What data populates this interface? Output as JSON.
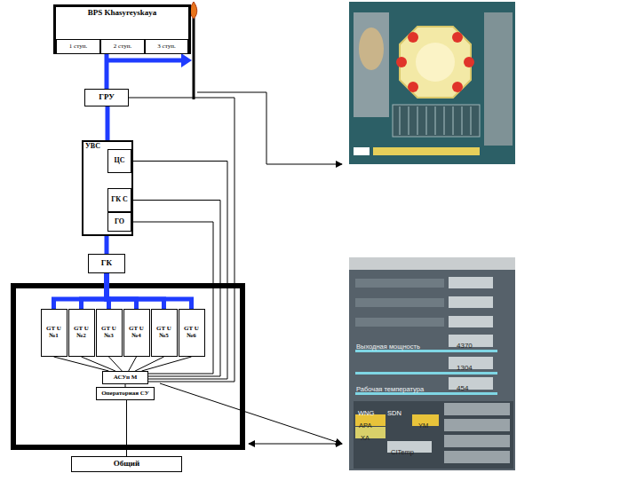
{
  "diagram": {
    "nodes": [
      {
        "text": [
          "BPS Khasyreyskaya"
        ]
      },
      {
        "text": [
          "1 ступ."
        ],
        "in": 0
      },
      {
        "text": [
          "2 ступ."
        ],
        "in": 0
      },
      {
        "text": [
          "3 ступ."
        ],
        "in": 0
      },
      {
        "text": [
          "ГРУ"
        ]
      },
      {
        "text": [
          "УВС"
        ]
      },
      {
        "text": [
          "ЦС"
        ],
        "in": 5
      },
      {
        "text": [
          "ГК С"
        ],
        "in": 5
      },
      {
        "text": [
          "ГО"
        ],
        "in": 5
      },
      {
        "text": [
          "ГК"
        ]
      },
      {
        "text": [
          "GT U №1"
        ]
      },
      {
        "text": [
          "GT U №2"
        ]
      },
      {
        "text": [
          "GT U №3"
        ]
      },
      {
        "text": [
          "GT U №4"
        ]
      },
      {
        "text": [
          "GT U №5"
        ]
      },
      {
        "text": [
          "GT U №6"
        ]
      },
      {
        "text": [
          "АСУп М"
        ]
      },
      {
        "text": [
          "Операторная СУ"
        ]
      },
      {
        "text": [
          "Общий"
        ]
      }
    ],
    "edges": [
      {
        "from": 0,
        "to": 4,
        "arrow": "none"
      },
      {
        "from": 4,
        "to": 5,
        "arrow": "none"
      },
      {
        "from": 5,
        "to": 9,
        "arrow": "none"
      },
      {
        "from": 9,
        "to": 10,
        "arrow": "none"
      },
      {
        "from": 9,
        "to": 11,
        "arrow": "none"
      },
      {
        "from": 9,
        "to": 12,
        "arrow": "none"
      },
      {
        "from": 9,
        "to": 13,
        "arrow": "none"
      },
      {
        "from": 9,
        "to": 14,
        "arrow": "none"
      },
      {
        "from": 9,
        "to": 15,
        "arrow": "none"
      },
      {
        "from": 10,
        "to": 16,
        "arrow": "none"
      },
      {
        "from": 11,
        "to": 16,
        "arrow": "none"
      },
      {
        "from": 12,
        "to": 16,
        "arrow": "none"
      },
      {
        "from": 13,
        "to": 16,
        "arrow": "none"
      },
      {
        "from": 14,
        "to": 16,
        "arrow": "none"
      },
      {
        "from": 15,
        "to": 16,
        "arrow": "none"
      },
      {
        "from": 6,
        "to": 16,
        "arrow": "none"
      },
      {
        "from": 7,
        "to": 16,
        "arrow": "none"
      },
      {
        "from": 8,
        "to": 16,
        "arrow": "none"
      },
      {
        "from": 4,
        "to": 16,
        "arrow": "none"
      },
      {
        "from": 16,
        "to": 17,
        "arrow": "none"
      },
      {
        "from": 17,
        "to": 18,
        "arrow": "none"
      }
    ],
    "labels": [
      "Выходная мощность",
      "4370",
      "1304",
      "Рабочая температура",
      "454",
      "WNG",
      "SDN",
      "APA",
      "YM",
      "XA",
      "CITemp"
    ]
  }
}
